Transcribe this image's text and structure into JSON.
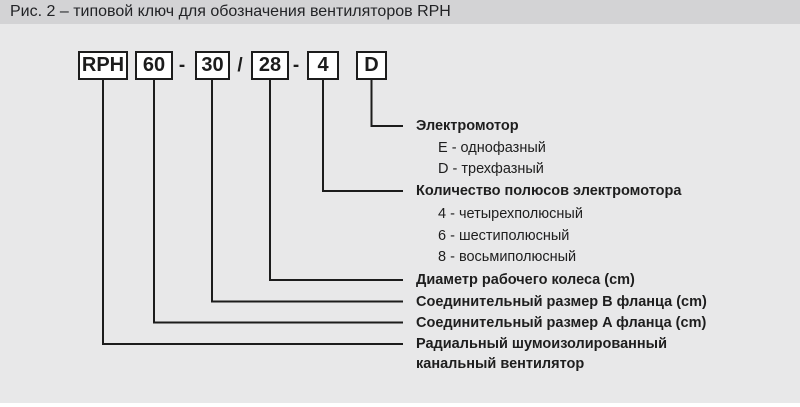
{
  "colors": {
    "page_background": "#e8e8e9",
    "caption_background": "#d3d3d5",
    "line": "#1c1c1c",
    "box_background": "#ffffff",
    "text": "#1e1e1e"
  },
  "caption": "Рис. 2 – типовой ключ для обозначения вентиляторов RPH",
  "code": {
    "boxes": [
      {
        "value": "RPH"
      },
      {
        "value": "60"
      },
      {
        "value": "30"
      },
      {
        "value": "28"
      },
      {
        "value": "4"
      },
      {
        "value": "D"
      }
    ],
    "separators": [
      "-",
      "/",
      "-"
    ]
  },
  "legend": {
    "items": [
      {
        "text": "Электромотор",
        "style": "heading"
      },
      {
        "text": "E - однофазный",
        "style": "option"
      },
      {
        "text": "D - трехфазный",
        "style": "option"
      },
      {
        "text": "Количество полюсов электромотора",
        "style": "heading"
      },
      {
        "text": "4 - четырехполюсный",
        "style": "option"
      },
      {
        "text": "6 - шестиполюсный",
        "style": "option"
      },
      {
        "text": "8 - восьмиполюсный",
        "style": "option"
      },
      {
        "text": "Диаметр рабочего колеса (cm)",
        "style": "heading"
      },
      {
        "text": "Соединительный размер B фланца (cm)",
        "style": "heading"
      },
      {
        "text": "Соединительный размер A фланца (cm)",
        "style": "heading"
      },
      {
        "text": "Радиальный шумоизолированный",
        "style": "heading"
      },
      {
        "text": "канальный вентилятор",
        "style": "heading"
      }
    ]
  }
}
